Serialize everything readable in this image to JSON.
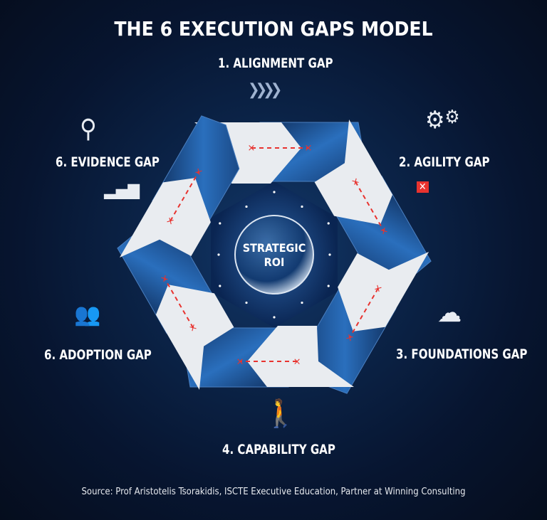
{
  "title": "THE 6 EXECUTION GAPS MODEL",
  "center": "STRATEGIC ROI",
  "center_lines": [
    "STRATEGIC",
    "ROI"
  ],
  "gaps": [
    {
      "label": "1. ALIGNMENT GAP",
      "icon": "chevrons-right-icon"
    },
    {
      "label": "2. AGILITY GAP",
      "icon": "gears-icon"
    },
    {
      "label": "3. FOUNDATIONS GAP",
      "icon": "cloud-storm-icon"
    },
    {
      "label": "4. CAPABILITY GAP",
      "icon": "person-pushing-box-icon"
    },
    {
      "label": "6. ADOPTION GAP",
      "icon": "people-down-arrow-icon"
    },
    {
      "label": "6. EVIDENCE GAP",
      "icon": "magnifier-icon"
    }
  ],
  "source": "Source: Prof Aristotelis Tsorakidis, ISCTE Executive Education, Partner at Winning Consulting",
  "colors": {
    "blue": "#1f5fa8",
    "white": "#e9ecf0",
    "red": "#e8332f",
    "bg": "#071530"
  }
}
